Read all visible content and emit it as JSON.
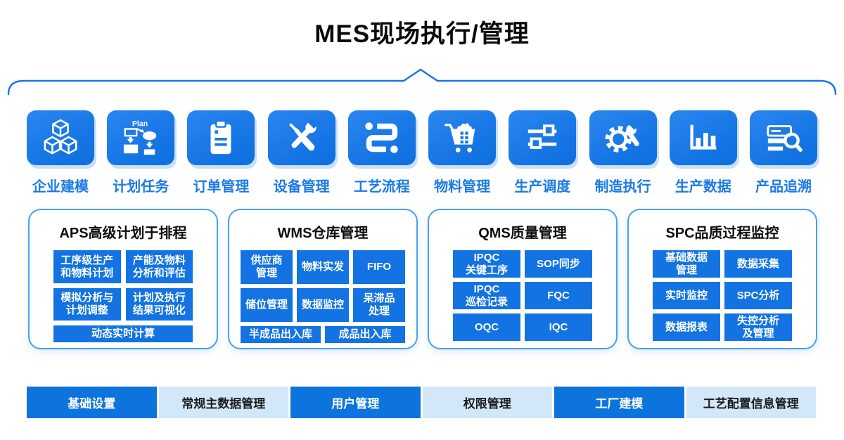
{
  "title": "MES现场执行/管理",
  "modules": [
    {
      "label": "企业建模",
      "icon": "cubes-icon"
    },
    {
      "label": "计划任务",
      "icon": "plan-flowchart-icon"
    },
    {
      "label": "订单管理",
      "icon": "clipboard-icon"
    },
    {
      "label": "设备管理",
      "icon": "wrench-screwdriver-icon"
    },
    {
      "label": "工艺流程",
      "icon": "process-flow-icon"
    },
    {
      "label": "物料管理",
      "icon": "material-cart-icon"
    },
    {
      "label": "生产调度",
      "icon": "sliders-icon"
    },
    {
      "label": "制造执行",
      "icon": "gear-wrench-icon"
    },
    {
      "label": "生产数据",
      "icon": "bar-chart-icon"
    },
    {
      "label": "产品追溯",
      "icon": "trace-search-icon"
    }
  ],
  "panels": [
    {
      "title": "APS高级计划于排程",
      "items": [
        "工序级生产\n和物料计划",
        "产能及物料\n分析和评估",
        "模拟分析与\n计划调整",
        "计划及执行\n结果可视化",
        "动态实时计算"
      ]
    },
    {
      "title": "WMS仓库管理",
      "items": [
        "供应商\n管理",
        "物料实发",
        "FIFO",
        "储位管理",
        "数据监控",
        "呆滞品\n处理",
        "半成品出入库",
        "成品出入库"
      ]
    },
    {
      "title": "QMS质量管理",
      "items": [
        "IPQC\n关键工序",
        "SOP同步",
        "IPQC\n巡检记录",
        "FQC",
        "OQC",
        "IQC"
      ]
    },
    {
      "title": "SPC品质过程监控",
      "items": [
        "基础数据\n管理",
        "数据采集",
        "实时监控",
        "SPC分析",
        "数据报表",
        "失控分析\n及管理"
      ]
    }
  ],
  "footer": [
    {
      "label": "基础设置",
      "variant": "solid"
    },
    {
      "label": "常规主数据管理",
      "variant": "light"
    },
    {
      "label": "用户管理",
      "variant": "solid"
    },
    {
      "label": "权限管理",
      "variant": "light"
    },
    {
      "label": "工厂建模",
      "variant": "solid"
    },
    {
      "label": "工艺配置信息管理",
      "variant": "light"
    }
  ],
  "colors": {
    "tile_blue": "#1474e4",
    "cell_blue": "#1373e2",
    "footer_solid_blue": "#0d74de",
    "footer_light_blue": "#d2e7f8",
    "label_blue": "#1b7ae8",
    "panel_border_blue": "#47a0f5",
    "brace_blue": "#1a73e8",
    "title_black": "#0a0a0a"
  }
}
